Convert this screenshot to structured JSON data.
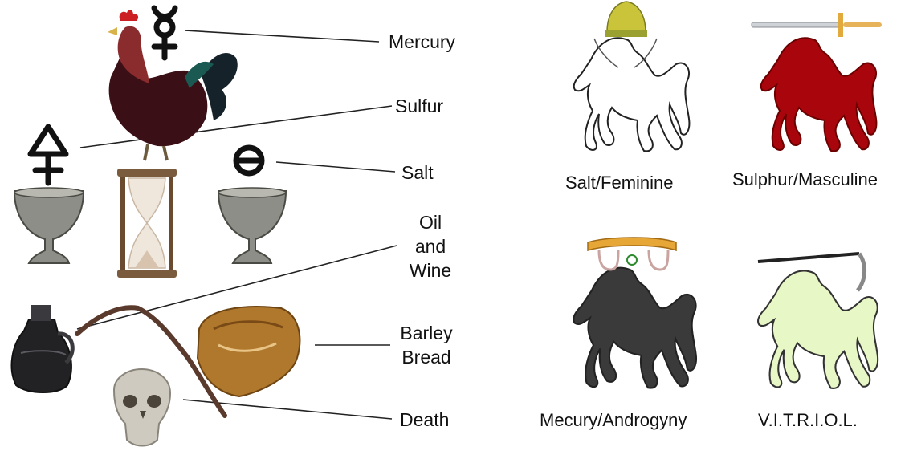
{
  "left_panel": {
    "labels": {
      "mercury": "Mercury",
      "sulfur": "Sulfur",
      "salt": "Salt",
      "oil_wine_1": "Oil",
      "oil_wine_2": "and",
      "oil_wine_3": "Wine",
      "barley_1": "Barley",
      "barley_2": "Bread",
      "death": "Death"
    },
    "icons": [
      "mercury-symbol-icon",
      "sulfur-symbol-icon",
      "salt-symbol-icon",
      "rooster-icon",
      "chalice-icon",
      "hourglass-icon",
      "oil-jug-icon",
      "staff-icon",
      "bread-icon",
      "skull-icon"
    ]
  },
  "right_panel": {
    "captions": {
      "salt_feminine": "Salt/Feminine",
      "sulphur_masculine": "Sulphur/Masculine",
      "mercury_androgyny": "Mecury/Androgyny",
      "vitriol": "V.I.T.R.I.O.L."
    },
    "horses": [
      {
        "name": "white-horse",
        "fill": "#ffffff",
        "stroke": "#222222",
        "accessory": "papal-tiara"
      },
      {
        "name": "red-horse",
        "fill": "#a8060c",
        "stroke": "#6a0000",
        "accessory": "sword"
      },
      {
        "name": "black-horse",
        "fill": "#3a3a3a",
        "stroke": "#222222",
        "accessory": "balance-scales"
      },
      {
        "name": "pale-horse",
        "fill": "#e8f7c6",
        "stroke": "#333333",
        "accessory": "scythe"
      }
    ]
  },
  "colors": {
    "line": "#222222",
    "chalice": "#8e8e88",
    "bread": "#b0782c",
    "rooster_body": "#3b0f16",
    "rooster_neck": "#8a2b2e",
    "tiara_gold": "#c9c43a"
  }
}
